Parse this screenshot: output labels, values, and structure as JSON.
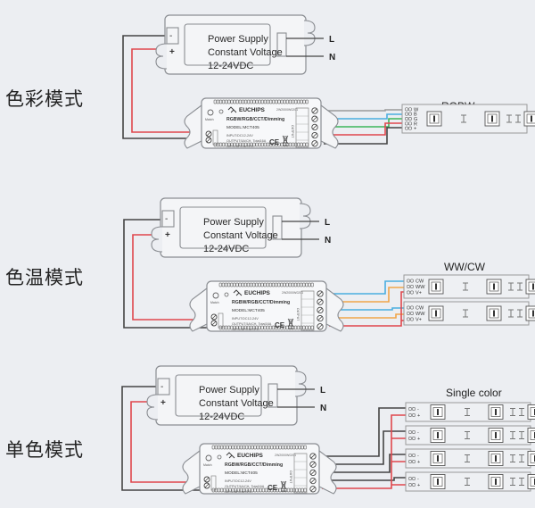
{
  "colors": {
    "background": "#eceef2",
    "outline": "#8a8d92",
    "wire_black": "#444444",
    "wire_red": "#e0474c",
    "wire_blue": "#4aaee0",
    "wire_green": "#3cb55a",
    "wire_orange": "#f0a54a",
    "wire_gray": "#9a9a9a"
  },
  "power_supply": {
    "line1": "Power Supply",
    "line2": "Constant Voltage",
    "line3": "12-24VDC",
    "minus": "-",
    "plus": "+",
    "L": "L",
    "N": "N"
  },
  "controller": {
    "brand": "EUCHIPS",
    "serial": "2W2000W0201",
    "function": "RGBW/RGB/CCT/Dimming",
    "model": "MODEL:MCT405",
    "input": "INPUT:DC12-24V",
    "output": "OUTPUT:5A/CH, Total16A",
    "temp": "-20°C-45°C    tc:70°C",
    "match_label": "Match",
    "ce_mark": "CE",
    "output_label": "OUTPUT",
    "input_label": "INPUT"
  },
  "sections": [
    {
      "mode_label": "色彩模式",
      "strip_title": "RGBW",
      "strips": [
        {
          "pins": [
            "W",
            "B",
            "G",
            "R",
            "+"
          ]
        }
      ]
    },
    {
      "mode_label": "色温模式",
      "strip_title": "WW/CW",
      "strips": [
        {
          "pins": [
            "CW",
            "WW",
            "V+"
          ]
        },
        {
          "pins": [
            "CW",
            "WW",
            "V+"
          ]
        }
      ]
    },
    {
      "mode_label": "单色模式",
      "strip_title": "Single color",
      "strips": [
        {
          "pins": [
            "-",
            "+"
          ]
        },
        {
          "pins": [
            "-",
            "+"
          ]
        },
        {
          "pins": [
            "-",
            "+"
          ]
        },
        {
          "pins": [
            "-",
            "+"
          ]
        }
      ]
    }
  ]
}
